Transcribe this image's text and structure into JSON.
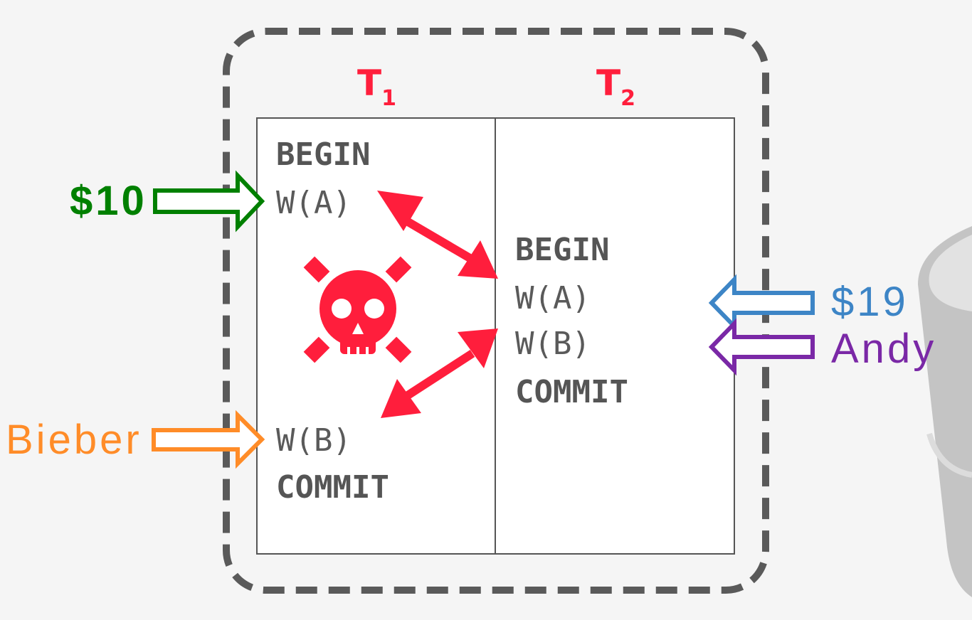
{
  "transactions": {
    "t1": {
      "label": "T",
      "sub": "1"
    },
    "t2": {
      "label": "T",
      "sub": "2"
    }
  },
  "t1_ops": {
    "begin": "BEGIN",
    "write_a": "W(A)",
    "write_b": "W(B)",
    "commit": "COMMIT"
  },
  "t2_ops": {
    "begin": "BEGIN",
    "write_a": "W(A)",
    "write_b": "W(B)",
    "commit": "COMMIT"
  },
  "values": {
    "t1_a": {
      "text": "$10",
      "color": "#008000"
    },
    "t1_b": {
      "text": "Bieber",
      "color": "#ff8c28"
    },
    "t2_a": {
      "text": "$19",
      "color": "#3d85c6"
    },
    "t2_b": {
      "text": "Andy",
      "color": "#7a28a6"
    }
  },
  "colors": {
    "conflict": "#ff1e3c",
    "border_dashed": "#5a5a5a",
    "table_line": "#555555",
    "database": "#c8c8c8"
  },
  "icons": [
    "skull-crossbones-icon",
    "database-icon"
  ]
}
